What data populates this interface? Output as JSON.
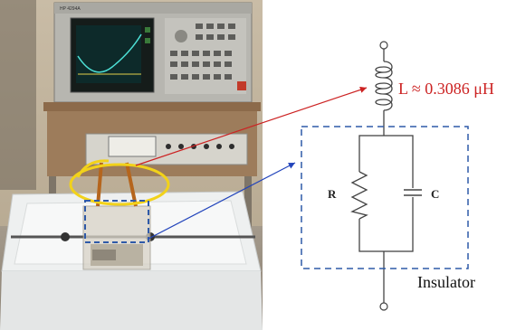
{
  "circuit": {
    "inductance_label": "L ≈ 0.3086 μH",
    "resistor_label": "R",
    "capacitor_label": "C",
    "insulator_label": "Insulator"
  },
  "photo": {
    "instrument_brand": "HP 4294A"
  },
  "colors": {
    "inductance_text": "#cc2222",
    "red_arrow": "#cc2222",
    "blue_arrow": "#2244bb",
    "dashed_box": "#2f5aa8",
    "yellow_loop": "#f2d21a"
  }
}
